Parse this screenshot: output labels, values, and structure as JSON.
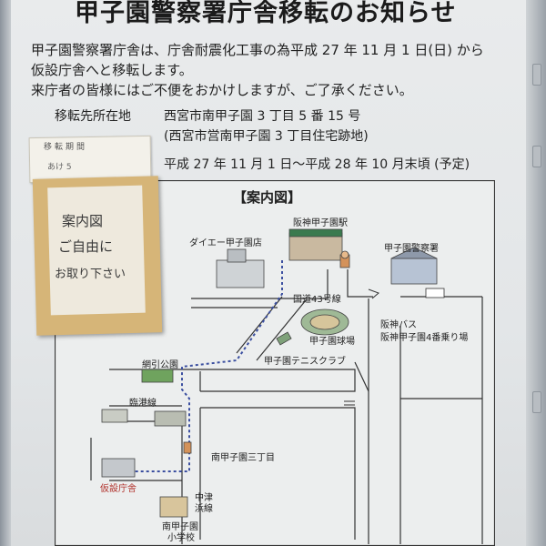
{
  "notice": {
    "title": "甲子園警察署庁舎移転のお知らせ",
    "body": [
      "甲子園警察署庁舎は、庁舎耐震化工事の為平成 27 年 11 月 1 日(日) から",
      "仮設庁舎へと移転します。",
      "来庁者の皆様にはご不便をおかけしますが、ご了承ください。"
    ],
    "location_label": "移転先所在地",
    "address": "西宮市南甲子園 3 丁目 5 番 15 号",
    "address_note": "(西宮市営南甲子園 3 丁目住宅跡地)",
    "period": "平成 27 年 11 月 1 日〜平成 28 年 10 月末頃 (予定)"
  },
  "map": {
    "title": "【案内図】",
    "labels": {
      "daiei": "ダイエー甲子園店",
      "hanshin_station": "阪神甲子園駅",
      "police": "甲子園警察署",
      "route43": "国道43号線",
      "stadium": "甲子園球場",
      "tennis": "甲子園テニスクラブ",
      "bus_line1": "阪神バス",
      "bus_line2": "阪神甲子園4番乗り場",
      "park": "網引公園",
      "rinko": "臨港線",
      "district": "南甲子園三丁目",
      "nakatsu1": "中津",
      "nakatsu2": "浜線",
      "school1": "南甲子園",
      "school2": "小学校",
      "temp_police": "仮設庁舎"
    }
  },
  "small_note": {
    "line1": "移転期間",
    "line2": "あけ 5"
  },
  "hand_note": {
    "line1": "案内図",
    "line2": "ご自由に",
    "line3": "お取り下さい"
  }
}
